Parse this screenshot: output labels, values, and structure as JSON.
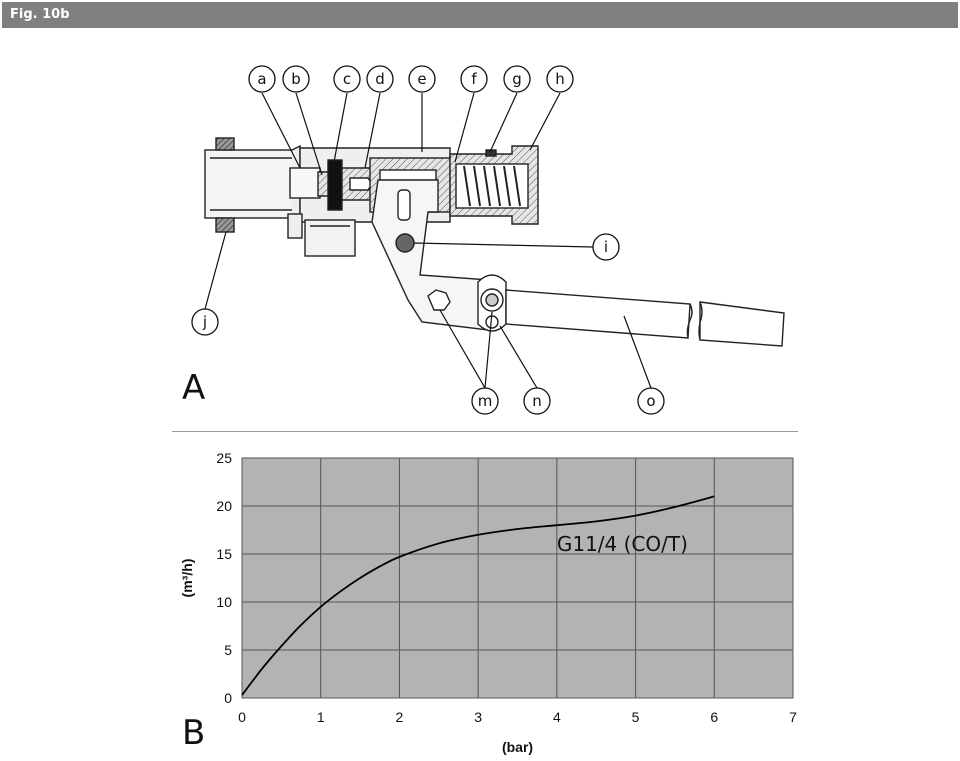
{
  "header": {
    "figure_label": "Fig. 10b"
  },
  "panels": {
    "a_label": "A",
    "b_label": "B"
  },
  "callouts": [
    {
      "id": "a",
      "label": "a"
    },
    {
      "id": "b",
      "label": "b"
    },
    {
      "id": "c",
      "label": "c"
    },
    {
      "id": "d",
      "label": "d"
    },
    {
      "id": "e",
      "label": "e"
    },
    {
      "id": "f",
      "label": "f"
    },
    {
      "id": "g",
      "label": "g"
    },
    {
      "id": "h",
      "label": "h"
    },
    {
      "id": "i",
      "label": "i"
    },
    {
      "id": "j",
      "label": "j"
    },
    {
      "id": "m",
      "label": "m"
    },
    {
      "id": "n",
      "label": "n"
    },
    {
      "id": "o",
      "label": "o"
    }
  ],
  "chart_data": {
    "type": "line",
    "title": "",
    "xlabel": "(bar)",
    "ylabel": "(m³/h)",
    "xlim": [
      0,
      7
    ],
    "ylim": [
      0,
      25
    ],
    "x_ticks": [
      "0",
      "1",
      "2",
      "3",
      "4",
      "5",
      "6",
      "7"
    ],
    "y_ticks": [
      "0",
      "5",
      "10",
      "15",
      "20",
      "25"
    ],
    "grid": true,
    "plot_background": "#b3b3b3",
    "series": [
      {
        "name": "G11/4 (CO/T)",
        "x": [
          0,
          0.25,
          0.5,
          0.75,
          1,
          1.25,
          1.5,
          1.75,
          2,
          2.5,
          3,
          3.5,
          4,
          4.5,
          5,
          5.5,
          6
        ],
        "y": [
          0.3,
          3.0,
          5.4,
          7.6,
          9.5,
          11.1,
          12.5,
          13.7,
          14.7,
          16.1,
          17.0,
          17.6,
          18.0,
          18.4,
          19.0,
          19.9,
          21.0
        ]
      }
    ]
  }
}
